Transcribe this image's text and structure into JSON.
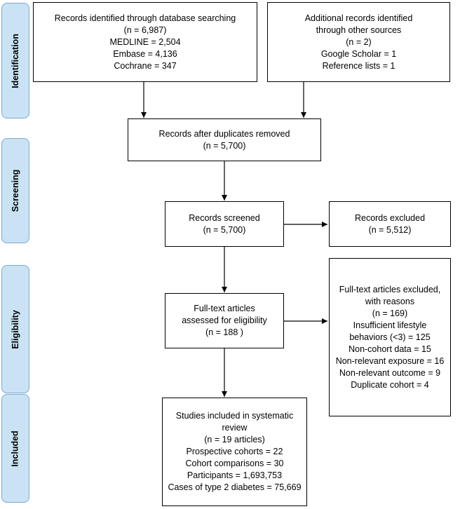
{
  "phases": {
    "identification": "Identification",
    "screening": "Screening",
    "eligibility": "Eligibility",
    "included": "Included"
  },
  "boxes": {
    "database": [
      "Records identified through database searching",
      "(n = 6,987)",
      "MEDLINE = 2,504",
      "Embase = 4,136",
      "Cochrane = 347"
    ],
    "other_sources": [
      "Additional records identified",
      "through other sources",
      "(n = 2)",
      "Google Scholar = 1",
      "Reference lists = 1"
    ],
    "after_duplicates": [
      "Records after duplicates removed",
      "(n = 5,700)"
    ],
    "screened": [
      "Records screened",
      "(n = 5,700)"
    ],
    "excluded": [
      "Records excluded",
      "(n = 5,512)"
    ],
    "fulltext_assessed": [
      "Full-text articles",
      "assessed for eligibility",
      "(n = 188 )"
    ],
    "fulltext_excluded": [
      "Full-text articles excluded,",
      "with reasons",
      "(n = 169)",
      "Insufficient lifestyle",
      "behaviors (<3) = 125",
      "Non-cohort data = 15",
      "Non-relevant exposure = 16",
      "Non-relevant outcome = 9",
      "Duplicate cohort = 4"
    ],
    "included": [
      "Studies included in systematic",
      "review",
      "(n = 19 articles)",
      "Prospective cohorts = 22",
      "Cohort comparisons = 30",
      "Participants = 1,693,753",
      "Cases of type 2 diabetes = 75,669"
    ]
  }
}
